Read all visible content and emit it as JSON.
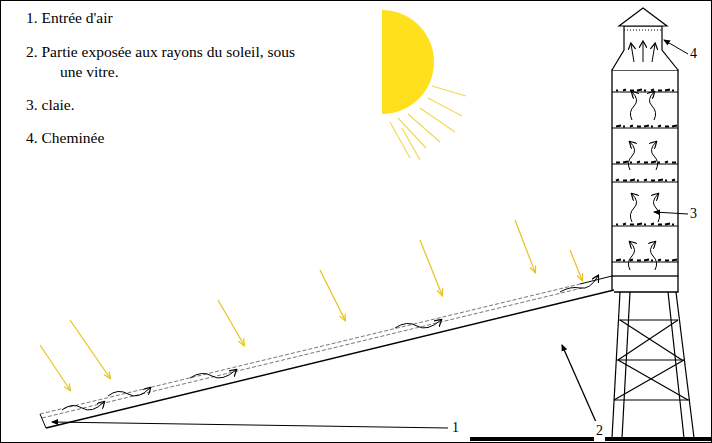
{
  "diagram": {
    "labels": [
      "1. Entrée d'air",
      "2. Partie exposée aux rayons du soleil, sous une vitre.",
      "3. claie.",
      "4. Cheminée",
      "4",
      "3",
      "2",
      "1"
    ]
  }
}
